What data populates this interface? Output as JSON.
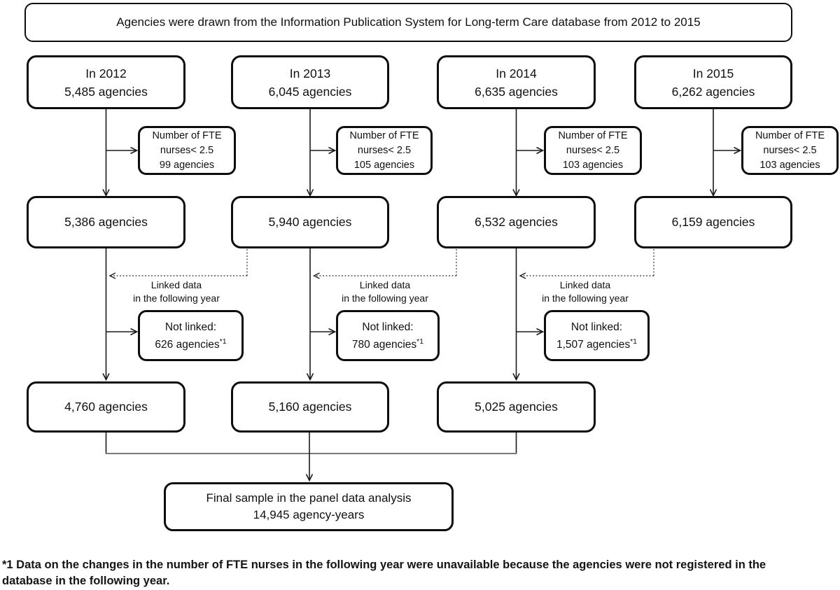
{
  "header": {
    "text": "Agencies were drawn from the Information Publication System for Long-term Care database from 2012 to 2015"
  },
  "linked_label": {
    "line1": "Linked data",
    "line2": "in the following year"
  },
  "columns": [
    {
      "year_box": {
        "line1": "In 2012",
        "line2": "5,485 agencies"
      },
      "fte_box": {
        "line1": "Number of FTE",
        "line2": "nurses< 2.5",
        "line3": "99 agencies"
      },
      "after_fte_box": "5,386 agencies",
      "not_linked_box": {
        "line1": "Not linked:",
        "line2": "626 agencies",
        "sup": "*1"
      },
      "linked_box": "4,760 agencies"
    },
    {
      "year_box": {
        "line1": "In 2013",
        "line2": "6,045 agencies"
      },
      "fte_box": {
        "line1": "Number of FTE",
        "line2": "nurses< 2.5",
        "line3": "105 agencies"
      },
      "after_fte_box": "5,940 agencies",
      "not_linked_box": {
        "line1": "Not linked:",
        "line2": "780 agencies",
        "sup": "*1"
      },
      "linked_box": "5,160 agencies"
    },
    {
      "year_box": {
        "line1": "In 2014",
        "line2": "6,635 agencies"
      },
      "fte_box": {
        "line1": "Number of FTE",
        "line2": "nurses< 2.5",
        "line3": "103 agencies"
      },
      "after_fte_box": "6,532 agencies",
      "not_linked_box": {
        "line1": "Not linked:",
        "line2": "1,507 agencies",
        "sup": "*1"
      },
      "linked_box": "5,025 agencies"
    },
    {
      "year_box": {
        "line1": "In 2015",
        "line2": "6,262 agencies"
      },
      "fte_box": {
        "line1": "Number of FTE",
        "line2": "nurses< 2.5",
        "line3": "103 agencies"
      },
      "after_fte_box": "6,159 agencies"
    }
  ],
  "final_box": {
    "line1": "Final sample in the panel data analysis",
    "line2": "14,945 agency-years"
  },
  "footnote": {
    "line1": "*1 Data on the changes in the number of FTE nurses in the following year were unavailable because the agencies were not registered in the",
    "line2": "database in the following year."
  }
}
